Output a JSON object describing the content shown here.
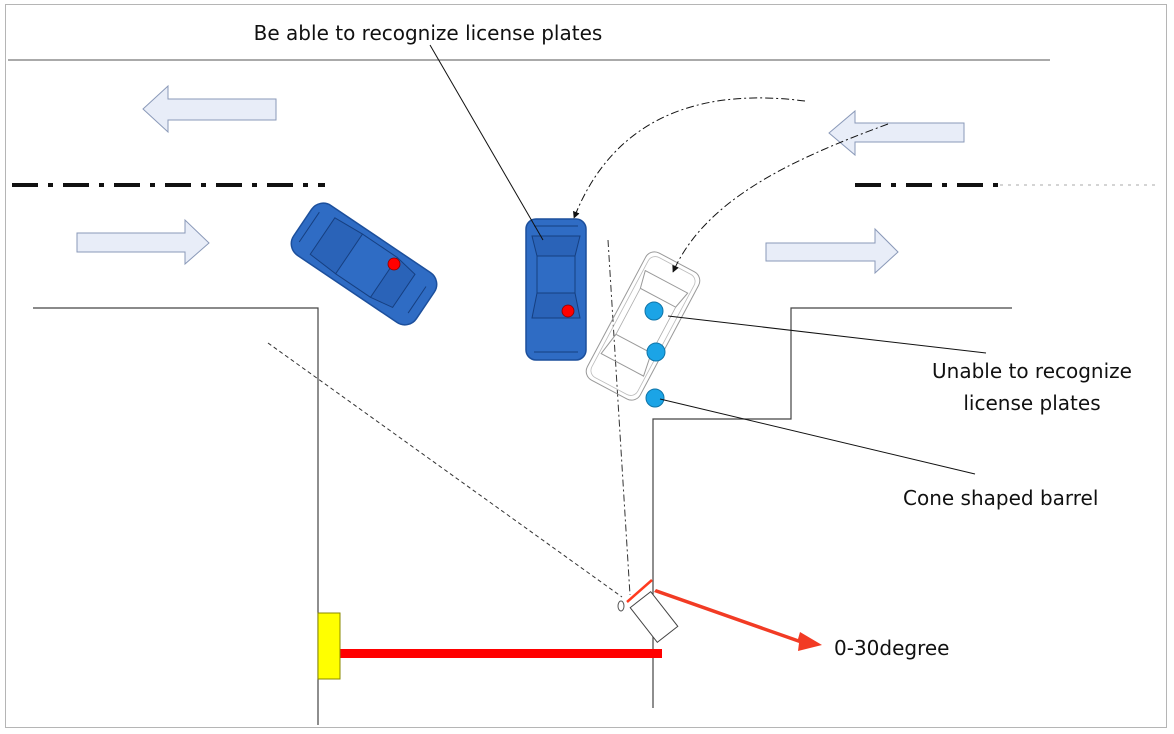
{
  "labels": {
    "recognize": "Be able to recognize license plates",
    "unable_line1": "Unable to recognize",
    "unable_line2": "license plates",
    "cone": "Cone shaped barrel",
    "degree": "0-30degree"
  },
  "colors": {
    "car_fill": "#2f6cc4",
    "car_stroke": "#1c4f9c",
    "plate_red": "#ff0000",
    "cone_blue": "#1ba4e6",
    "gate_bar": "#ff0000",
    "gate_post": "#ffff00",
    "arrow_fill": "#e8edf8",
    "arrow_stroke": "#8a99b8",
    "pointer_arrow": "#f23b24"
  },
  "icons": [
    "car-icon",
    "camera-icon",
    "traffic-arrow-icon",
    "cone-barrel-icon",
    "barrier-gate-icon"
  ]
}
